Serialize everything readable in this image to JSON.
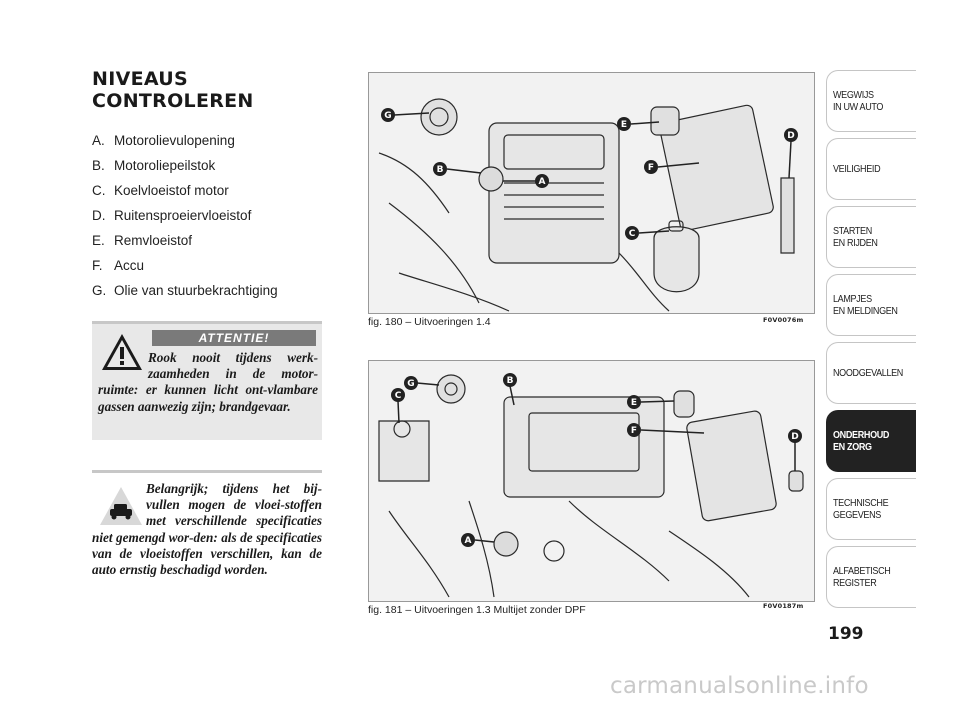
{
  "section": {
    "title_line1": "NIVEAUS",
    "title_line2": "CONTROLEREN",
    "legend": [
      {
        "letter": "A.",
        "text": "Motorolievulopening"
      },
      {
        "letter": "B.",
        "text": "Motoroliepeilstok"
      },
      {
        "letter": "C.",
        "text": "Koelvloeistof motor"
      },
      {
        "letter": "D.",
        "text": "Ruitensproeiervloeistof"
      },
      {
        "letter": "E.",
        "text": "Remvloeistof"
      },
      {
        "letter": "F.",
        "text": "Accu"
      },
      {
        "letter": "G.",
        "text": "Olie van stuurbekrachtiging"
      }
    ]
  },
  "warning": {
    "label": "ATTENTIE!",
    "text": "Rook nooit tijdens werk-zaamheden in de motor-ruimte: er kunnen licht ont-vlambare gassen aanwezig zijn; brandgevaar."
  },
  "note": {
    "text": "Belangrijk; tijdens het bij-vullen mogen de vloei-stoffen met verschillende specificaties niet gemengd wor-den: als de specificaties van de vloeistoffen verschillen, kan de auto ernstig beschadigd worden."
  },
  "figures": [
    {
      "caption": "fig. 180 – Uitvoeringen 1.4",
      "code": "F0V0076m",
      "markers": [
        "G",
        "E",
        "D",
        "B",
        "A",
        "F",
        "C"
      ]
    },
    {
      "caption": "fig. 181 – Uitvoeringen 1.3 Multijet zonder DPF",
      "code": "F0V0187m",
      "markers": [
        "G",
        "B",
        "C",
        "E",
        "F",
        "D",
        "A"
      ]
    }
  ],
  "tabs": [
    {
      "label": "WEGWIJS\nIN UW AUTO",
      "active": false
    },
    {
      "label": "VEILIGHEID",
      "active": false
    },
    {
      "label": "STARTEN\nEN RIJDEN",
      "active": false
    },
    {
      "label": "LAMPJES\nEN MELDINGEN",
      "active": false
    },
    {
      "label": "NOODGEVALLEN",
      "active": false
    },
    {
      "label": "ONDERHOUD\nEN ZORG",
      "active": true
    },
    {
      "label": "TECHNISCHE\nGEGEVENS",
      "active": false
    },
    {
      "label": "ALFABETISCH\nREGISTER",
      "active": false
    }
  ],
  "page_number": "199",
  "watermark": "carmanualsonline.info"
}
